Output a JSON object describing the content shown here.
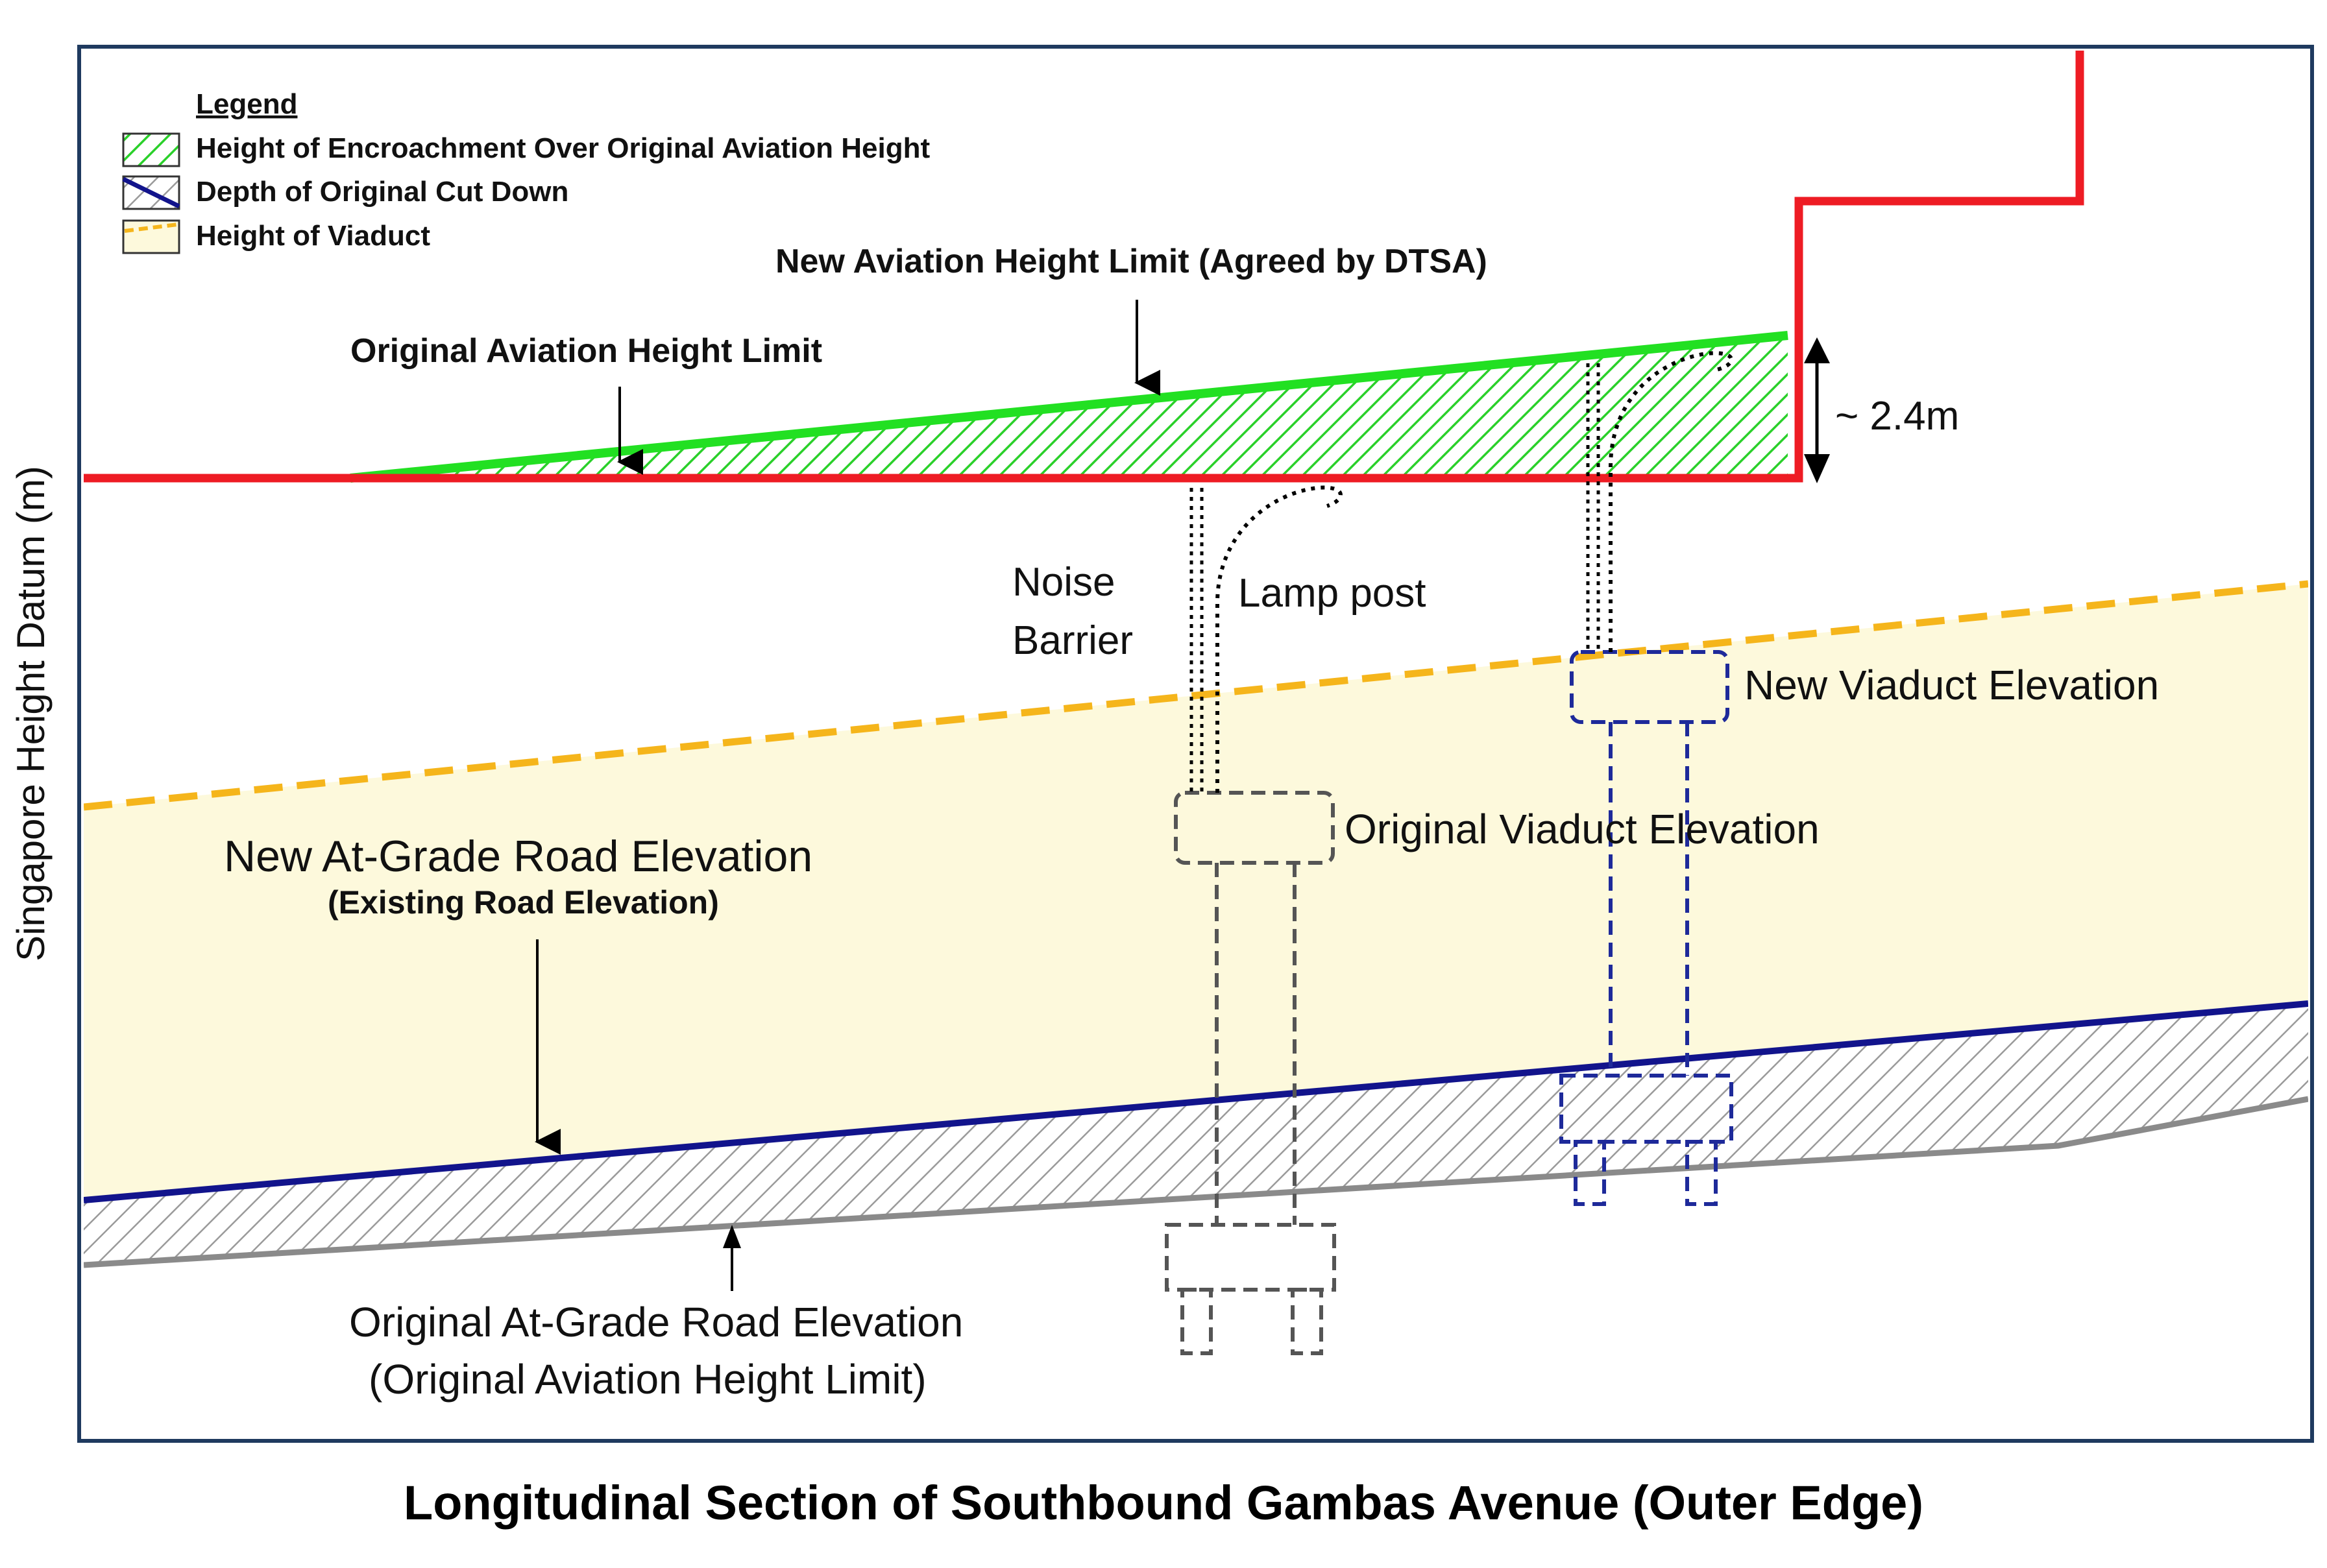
{
  "legend": {
    "title": "Legend",
    "items": [
      {
        "label": "Height of Encroachment Over Original Aviation Height",
        "swatch": "green-hatch"
      },
      {
        "label": "Depth of Original Cut Down",
        "swatch": "grey-hatch-blue-line"
      },
      {
        "label": "Height of Viaduct",
        "swatch": "orange-dashed-yellow-fill"
      }
    ]
  },
  "axis": {
    "ylabel": "Singapore Height Datum (m)"
  },
  "labels": {
    "new_aviation_limit": "New Aviation Height Limit (Agreed by DTSA)",
    "original_aviation_limit": "Original Aviation Height Limit",
    "encroachment_height": "~ 2.4m",
    "noise_barrier_line1": "Noise",
    "noise_barrier_line2": "Barrier",
    "lamp_post": "Lamp post",
    "new_viaduct_elevation": "New Viaduct Elevation",
    "original_viaduct_elevation": "Original Viaduct Elevation",
    "new_at_grade_road": "New At-Grade Road Elevation",
    "existing_road": "(Existing Road Elevation)",
    "original_at_grade_road": "Original At-Grade Road Elevation",
    "original_aviation_limit_paren": "(Original Aviation Height Limit)"
  },
  "caption": "Longitudinal Section of Southbound Gambas Avenue (Outer Edge)",
  "colors": {
    "aviation_limit_red": "#ee1c24",
    "new_limit_green": "#22e022",
    "cut_down_blue": "#12148c",
    "viaduct_orange": "#f5b51b",
    "viaduct_fill_yellow": "#fdf9dc",
    "ground_grey": "#8a8a8a",
    "frame_navy": "#1f3a5f",
    "new_viaduct_dashed": "#1e2a9a",
    "original_viaduct_dashed": "#555555"
  }
}
